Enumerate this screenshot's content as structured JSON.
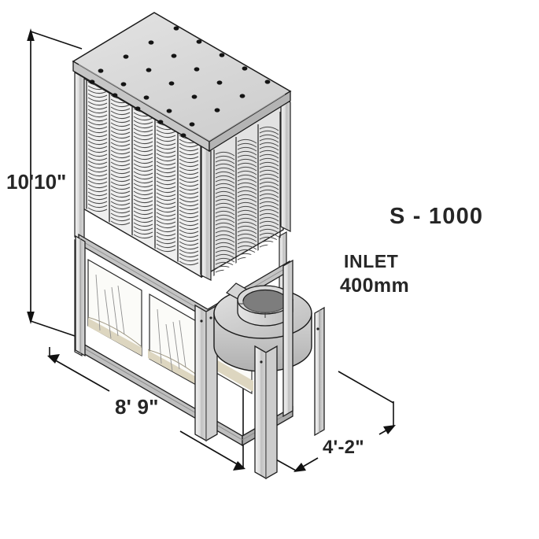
{
  "drawing": {
    "type": "isometric-technical-drawing",
    "subject": "industrial cartridge dust collector",
    "background_color": "#ffffff",
    "line_color": "#1a1a1a",
    "metal_light": "#e8e8e8",
    "metal_mid": "#c9c9c9",
    "metal_dark": "#a8a8a8",
    "metal_shadow": "#8e8e8e",
    "bag_fill": "#fbfbf8",
    "dust_fill": "#ddd6c0",
    "text_color": "#262626"
  },
  "dimensions": {
    "height": {
      "label": "10'10\"",
      "axis": "vertical",
      "position": "left"
    },
    "width": {
      "label": "8' 9\"",
      "axis": "horizontal-front",
      "position": "bottom-left"
    },
    "depth": {
      "label": "4'-2\"",
      "axis": "horizontal-side",
      "position": "bottom-right"
    }
  },
  "annotations": {
    "model": "S - 1000",
    "inlet_title": "INLET",
    "inlet_size": "400mm"
  },
  "components": {
    "top_plate": {
      "name": "top access plate",
      "bolt_rows": 5,
      "bolt_columns": 5
    },
    "filter_bank": {
      "name": "pleated filter cartridges",
      "front_columns": 5,
      "side_columns": 3,
      "pleats_per_column": 34
    },
    "hoppers": {
      "name": "collection bags",
      "count": 2,
      "contents": "collected dust"
    },
    "blower": {
      "name": "centrifugal blower scroll housing",
      "inlet_collar": "circular 400mm inlet",
      "legs": 2
    },
    "frame": {
      "name": "angle-iron support frame",
      "legs": 4
    }
  }
}
